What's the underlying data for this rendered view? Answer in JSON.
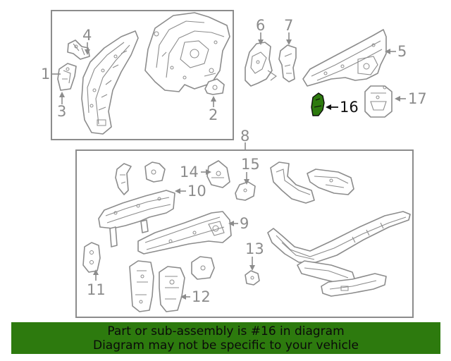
{
  "diagram": {
    "highlighted_part": "16",
    "callouts": {
      "c1": "1",
      "c2": "2",
      "c3": "3",
      "c4": "4",
      "c5": "5",
      "c6": "6",
      "c7": "7",
      "c8": "8",
      "c9": "9",
      "c10": "10",
      "c11": "11",
      "c12": "12",
      "c13": "13",
      "c14": "14",
      "c15": "15",
      "c16": "16",
      "c17": "17"
    },
    "colors": {
      "line": "#8c8c8c",
      "highlight": "#2d7a0e",
      "banner": "#2d7a0e"
    }
  },
  "banner": {
    "line1": "Part or sub-assembly is #16 in diagram",
    "line2": "Diagram may not be specific to your vehicle"
  }
}
